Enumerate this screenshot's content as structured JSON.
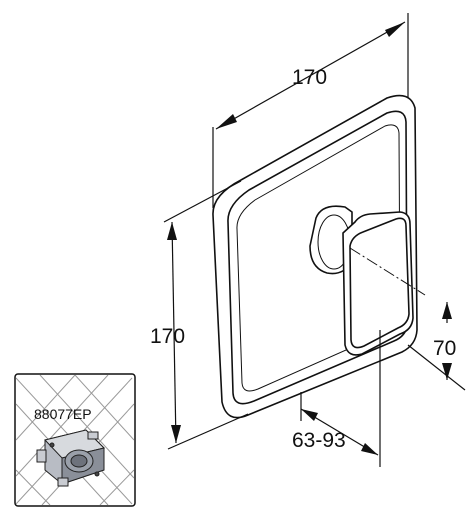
{
  "dimensions": {
    "width_label": "170",
    "height_label": "170",
    "projection_label": "63-93",
    "handle_offset_label": "70"
  },
  "inset": {
    "part_number": "88077EP",
    "icon": "concealed-valve-body-icon"
  },
  "colors": {
    "line": "#111111",
    "body_shade": "#8a8f99",
    "tile_hatch": "#999999"
  }
}
